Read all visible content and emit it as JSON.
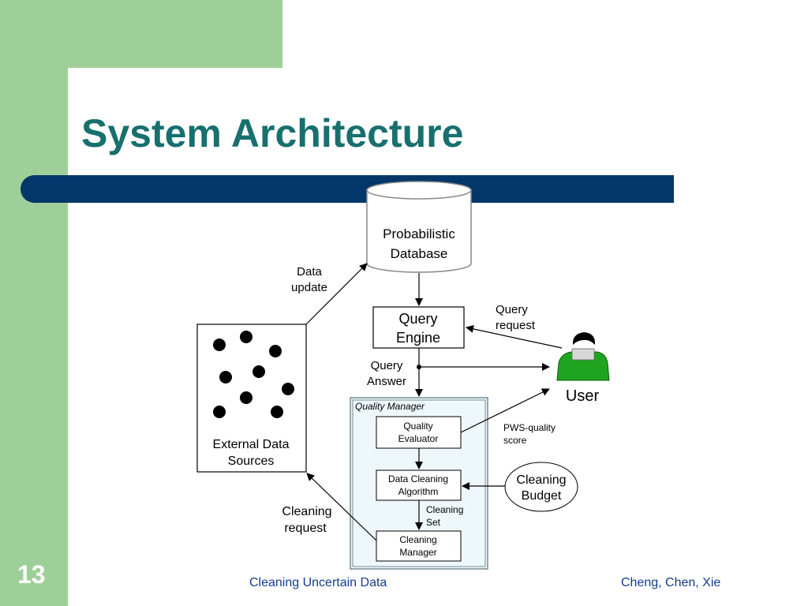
{
  "slide": {
    "title": "System Architecture",
    "number": "13",
    "footer_left": "Cleaning Uncertain Data",
    "footer_right": "Cheng, Chen, Xie",
    "colors": {
      "side_green": "#9fcf98",
      "title_teal": "#17706d",
      "bar_blue": "#033769",
      "footer_blue": "#143c8c",
      "user_green": "#1fa41f",
      "manager_fill": "#eef8fb"
    }
  },
  "diagram": {
    "database": {
      "line1": "Probabilistic",
      "line2": "Database"
    },
    "query_engine": {
      "line1": "Query",
      "line2": "Engine"
    },
    "external_sources": {
      "line1": "External Data",
      "line2": "Sources"
    },
    "quality_manager": {
      "label": "Quality Manager",
      "evaluator": {
        "line1": "Quality",
        "line2": "Evaluator"
      },
      "algorithm": {
        "line1": "Data Cleaning",
        "line2": "Algorithm"
      },
      "manager": {
        "line1": "Cleaning",
        "line2": "Manager"
      }
    },
    "user": {
      "label": "User",
      "icon": "user-icon"
    },
    "cleaning_budget": {
      "line1": "Cleaning",
      "line2": "Budget"
    },
    "labels": {
      "data_update": {
        "line1": "Data",
        "line2": "update"
      },
      "query_request": {
        "line1": "Query",
        "line2": "request"
      },
      "query_answer": {
        "line1": "Query",
        "line2": "Answer"
      },
      "pws_score": {
        "line1": "PWS-quality",
        "line2": "score"
      },
      "cleaning_set": {
        "line1": "Cleaning",
        "line2": "Set"
      },
      "cleaning_request": {
        "line1": "Cleaning",
        "line2": "request"
      }
    }
  }
}
